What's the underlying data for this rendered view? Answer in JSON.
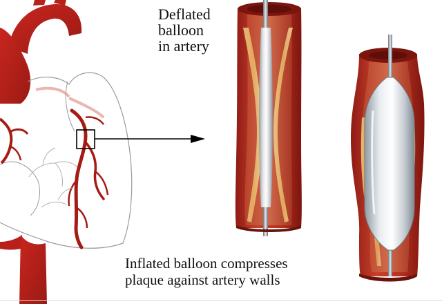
{
  "labels": {
    "deflated": [
      "Deflated",
      "balloon",
      "in artery"
    ],
    "inflated": [
      "Inflated balloon compresses",
      "plaque against artery walls"
    ]
  },
  "colors": {
    "artery_red": "#b3211c",
    "artery_dark": "#8c1712",
    "vessel_inner": "#c04a2c",
    "plaque": "#e8c47a",
    "balloon": "#d6dbe0",
    "heart_outline": "#9a9a9a"
  }
}
